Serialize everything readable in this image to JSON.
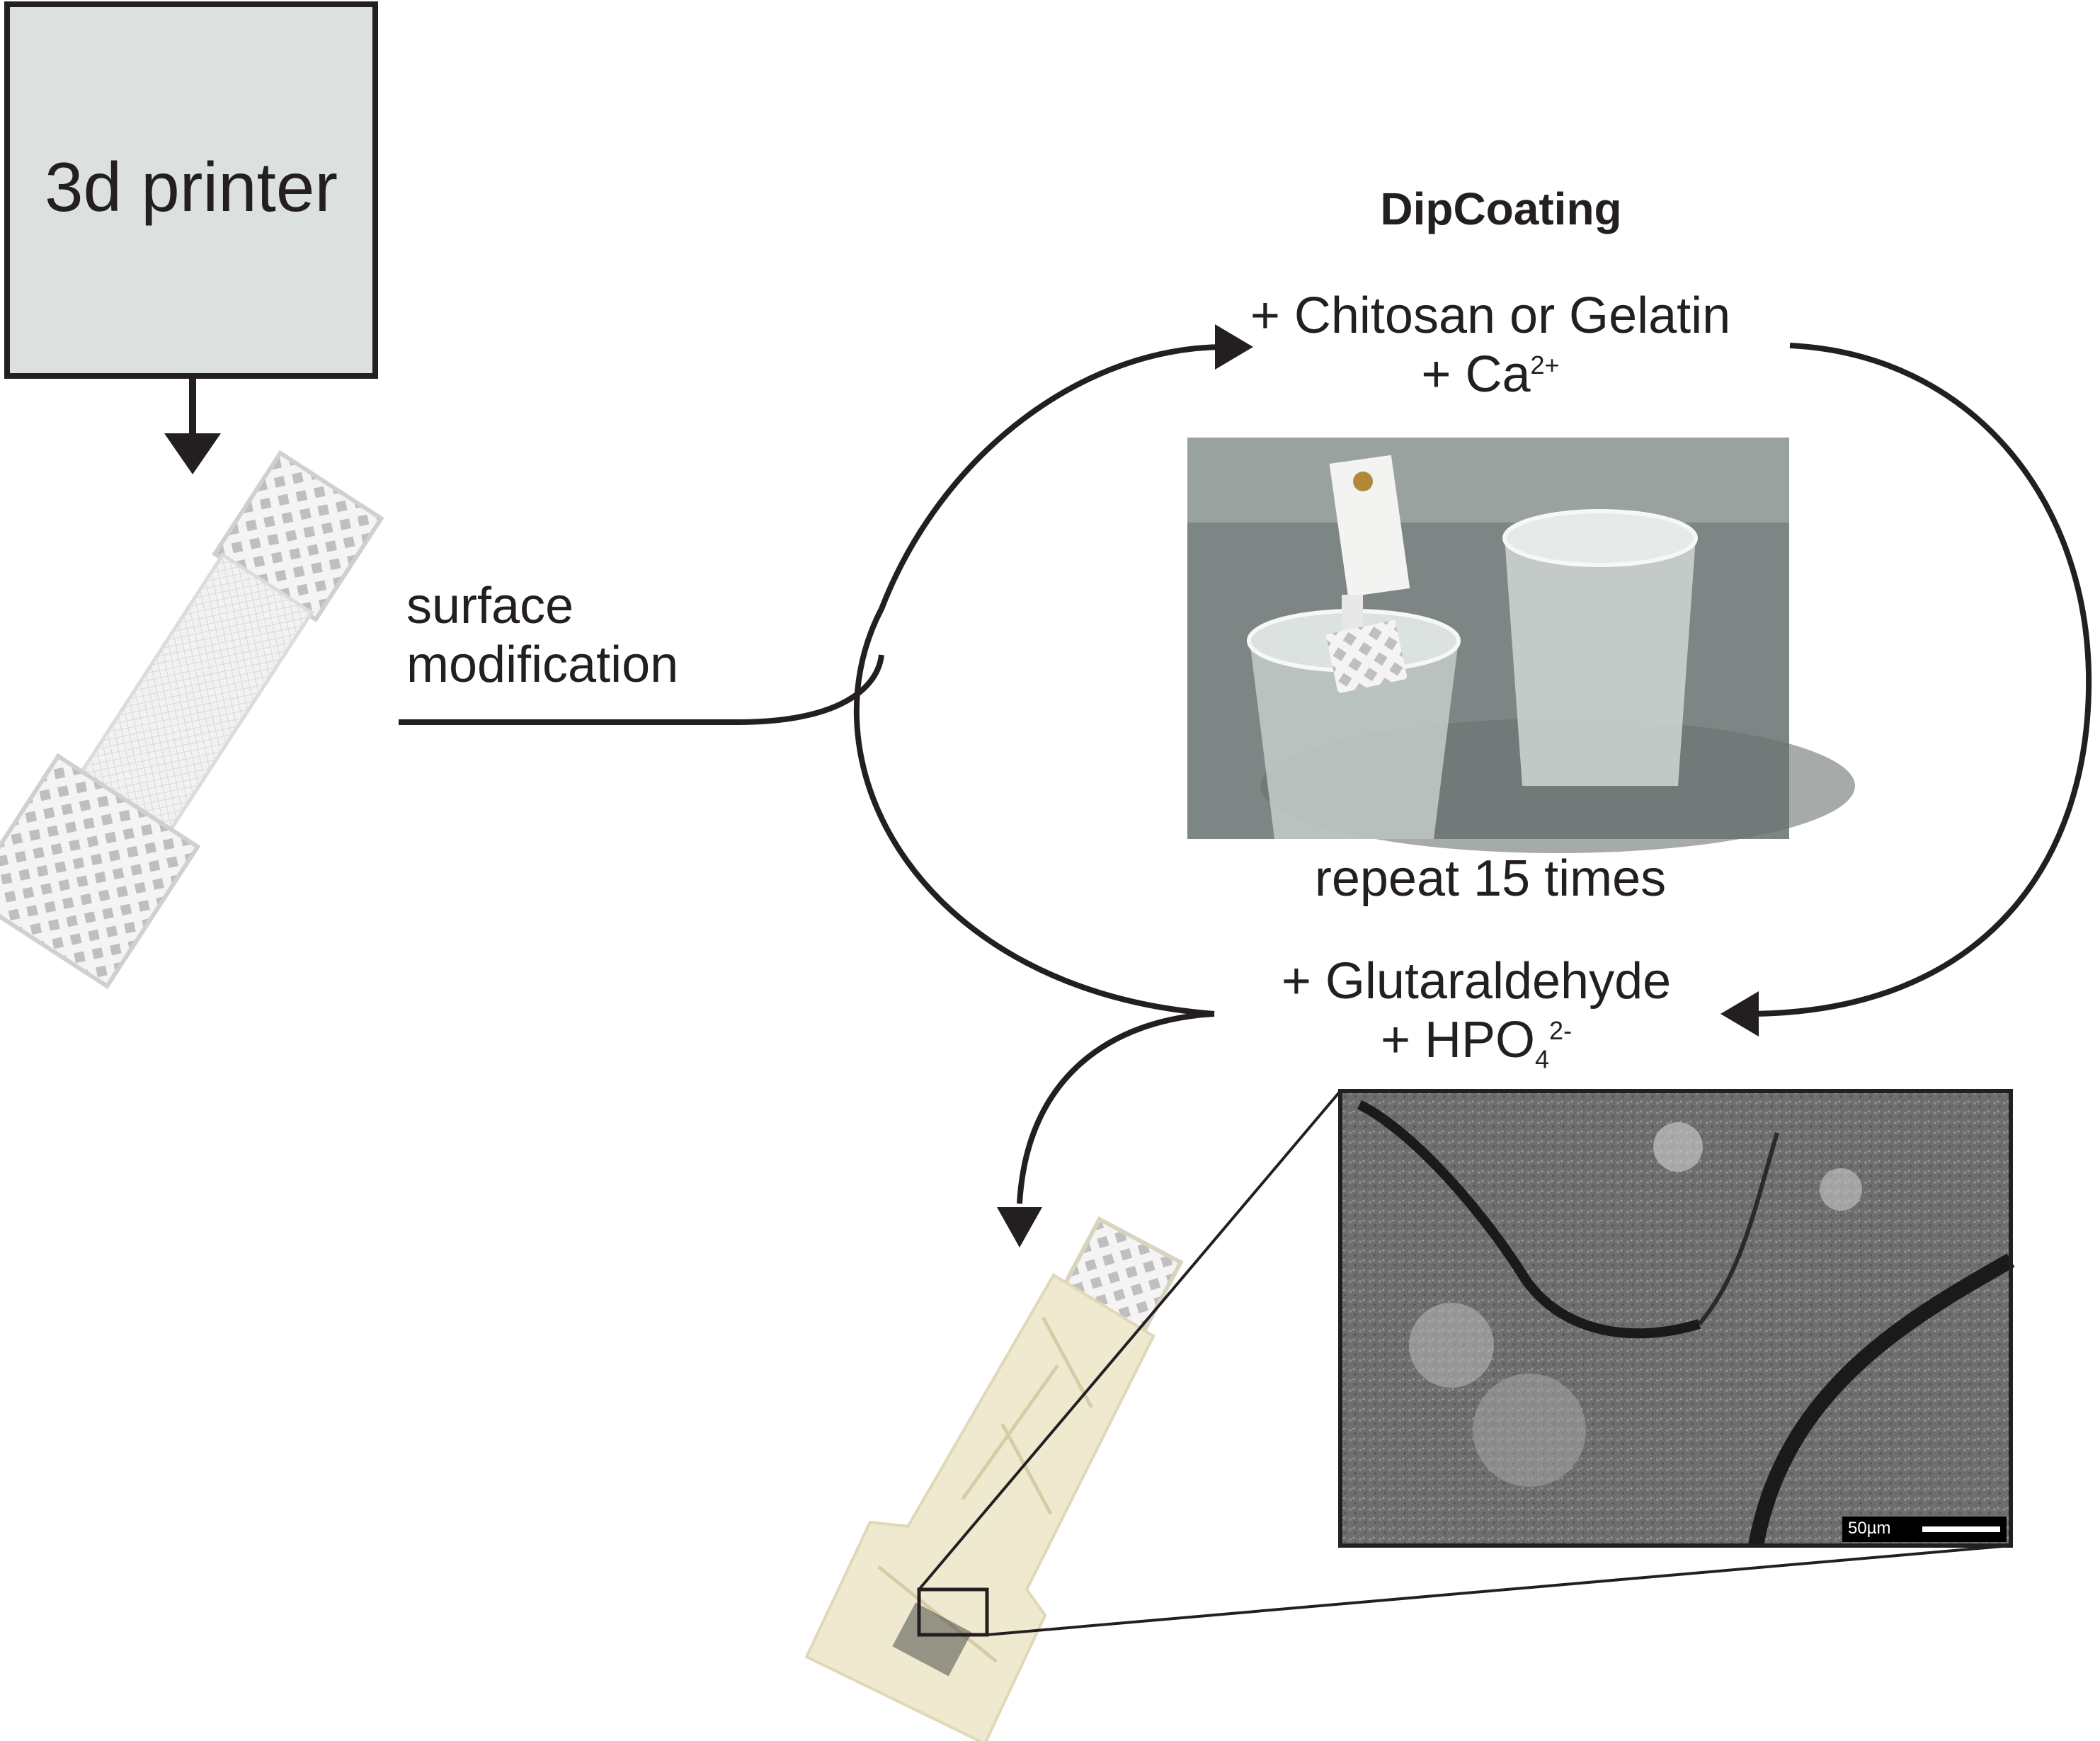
{
  "printer": {
    "label": "3d printer"
  },
  "surface_step": {
    "line1": "surface",
    "line2": "modification"
  },
  "dipcoating": {
    "title": "DipCoating",
    "first_solution": {
      "line1": "+ Chitosan or Gelatin",
      "line2_main": "+ Ca",
      "line2_sup": "2+"
    },
    "repeat_label": "repeat 15 times",
    "second_solution": {
      "line1": "+ Glutaraldehyde",
      "line2_main": "+ HPO",
      "line2_sub": "4",
      "line2_sup": "2-"
    }
  },
  "sem": {
    "scale_label": "50µm"
  },
  "colors": {
    "ink": "#231f20",
    "printer_fill": "#dce1df",
    "scaffold_coated": "#efe9d0",
    "photo_bg": "#7d8684"
  }
}
